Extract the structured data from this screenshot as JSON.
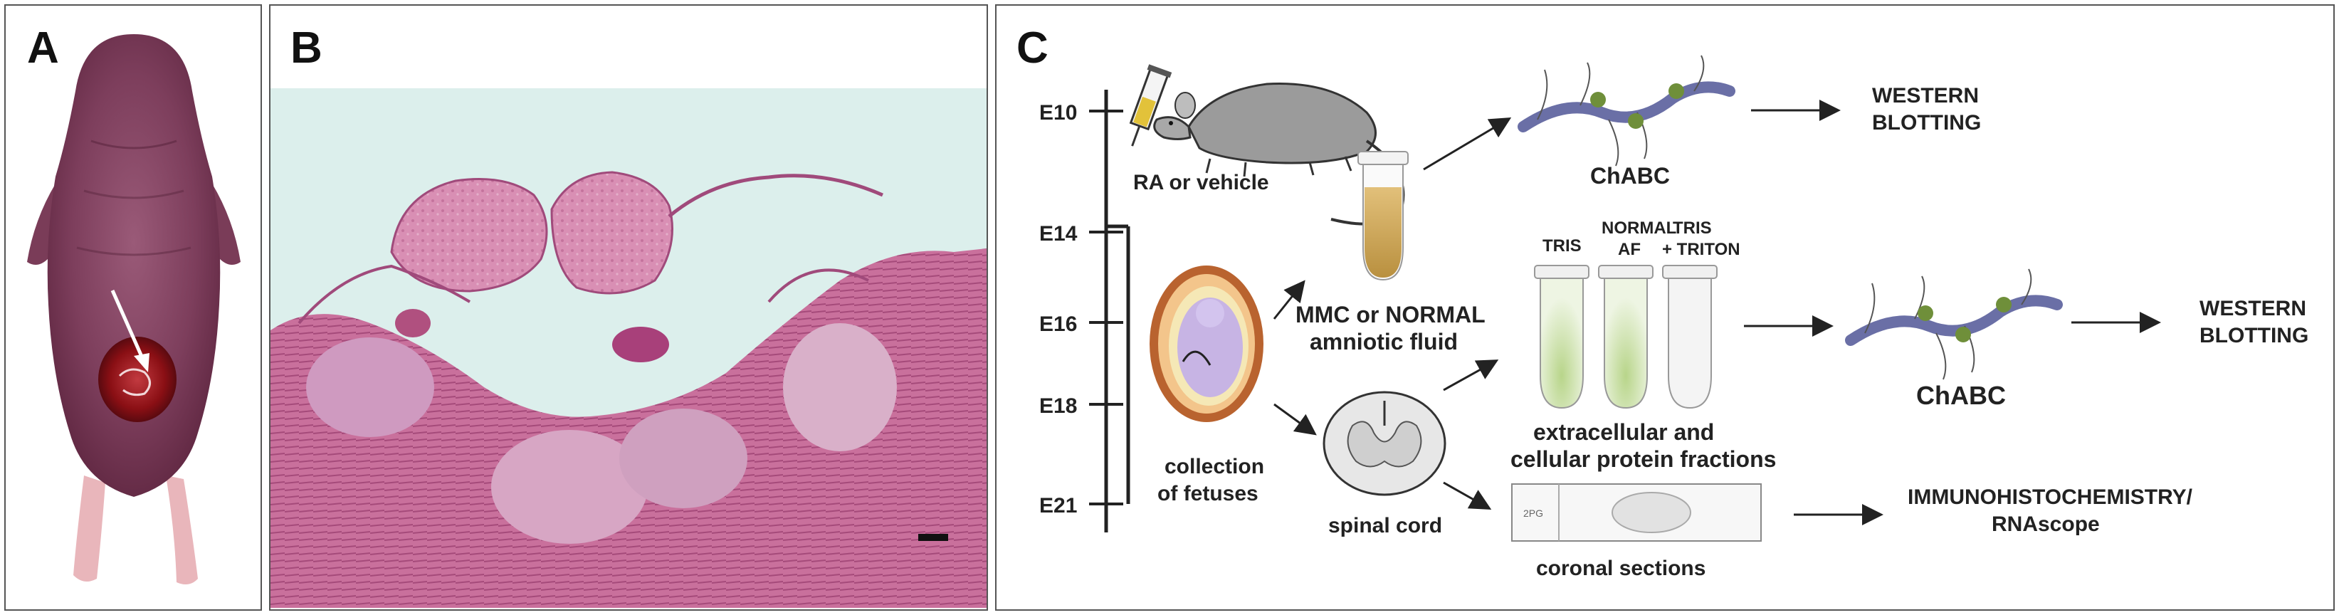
{
  "panels": {
    "a": {
      "letter": "A"
    },
    "b": {
      "letter": "B"
    },
    "c": {
      "letter": "C"
    }
  },
  "timeline": {
    "days": [
      "E10",
      "E14",
      "E16",
      "E18",
      "E21"
    ]
  },
  "labels": {
    "injection": "RA or vehicle",
    "fluid_line1": "MMC or NORMAL",
    "fluid_line2": "amniotic fluid",
    "collection_line1": "collection",
    "collection_line2": "of fetuses",
    "spinal_cord": "spinal cord",
    "enzyme_top": "ChABC",
    "enzyme_mid": "ChABC",
    "output_top_line1": "WESTERN",
    "output_top_line2": "BLOTTING",
    "output_mid_line1": "WESTERN",
    "output_mid_line2": "BLOTTING",
    "output_bottom_line1": "IMMUNOHISTOCHEMISTRY/",
    "output_bottom_line2": "RNAscope",
    "tube1": "TRIS",
    "tube2_line1": "NORMAL",
    "tube2_line2": "AF",
    "tube3_line1": "TRIS",
    "tube3_line2": "+ TRITON",
    "fractions_line1": "extracellular and",
    "fractions_line2": "cellular protein fractions",
    "sections": "coronal sections",
    "slide_tag": "2PG"
  },
  "colors": {
    "tissue_pink": "#d98fb4",
    "histo_bg": "#dcefec",
    "fluid_amber": "#c8a45a",
    "chain_blue": "#6a6fa6",
    "protein_green": "#6f8f3a",
    "lesion_red": "#8a0f14"
  }
}
